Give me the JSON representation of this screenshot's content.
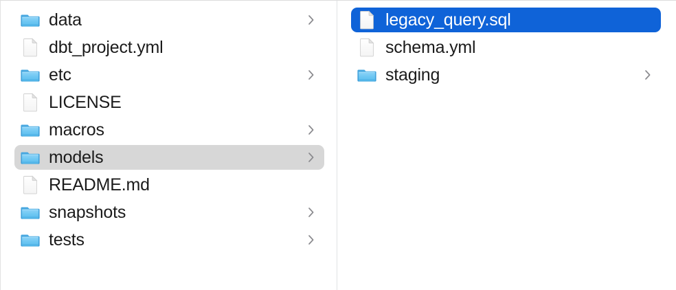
{
  "window": {
    "view_mode": "column",
    "accent_color": "#0f63d8",
    "selection_gray": "#d7d7d7",
    "divider_color": "#e0e2e4"
  },
  "columns": [
    {
      "name": "parent-column",
      "items": [
        {
          "label": "data",
          "kind": "folder",
          "has_chevron": true,
          "selected": false,
          "icon": "folder-icon"
        },
        {
          "label": "dbt_project.yml",
          "kind": "file",
          "has_chevron": false,
          "selected": false,
          "icon": "document-icon"
        },
        {
          "label": "etc",
          "kind": "folder",
          "has_chevron": true,
          "selected": false,
          "icon": "folder-icon"
        },
        {
          "label": "LICENSE",
          "kind": "file",
          "has_chevron": false,
          "selected": false,
          "icon": "document-icon"
        },
        {
          "label": "macros",
          "kind": "folder",
          "has_chevron": true,
          "selected": false,
          "icon": "folder-icon"
        },
        {
          "label": "models",
          "kind": "folder",
          "has_chevron": true,
          "selected": "gray",
          "icon": "folder-icon"
        },
        {
          "label": "README.md",
          "kind": "file",
          "has_chevron": false,
          "selected": false,
          "icon": "document-icon"
        },
        {
          "label": "snapshots",
          "kind": "folder",
          "has_chevron": true,
          "selected": false,
          "icon": "folder-icon"
        },
        {
          "label": "tests",
          "kind": "folder",
          "has_chevron": true,
          "selected": false,
          "icon": "folder-icon"
        }
      ]
    },
    {
      "name": "child-column",
      "items": [
        {
          "label": "legacy_query.sql",
          "kind": "file",
          "has_chevron": false,
          "selected": "blue",
          "icon": "document-icon"
        },
        {
          "label": "schema.yml",
          "kind": "file",
          "has_chevron": false,
          "selected": false,
          "icon": "document-icon"
        },
        {
          "label": "staging",
          "kind": "folder",
          "has_chevron": true,
          "selected": false,
          "icon": "folder-icon"
        }
      ]
    }
  ]
}
